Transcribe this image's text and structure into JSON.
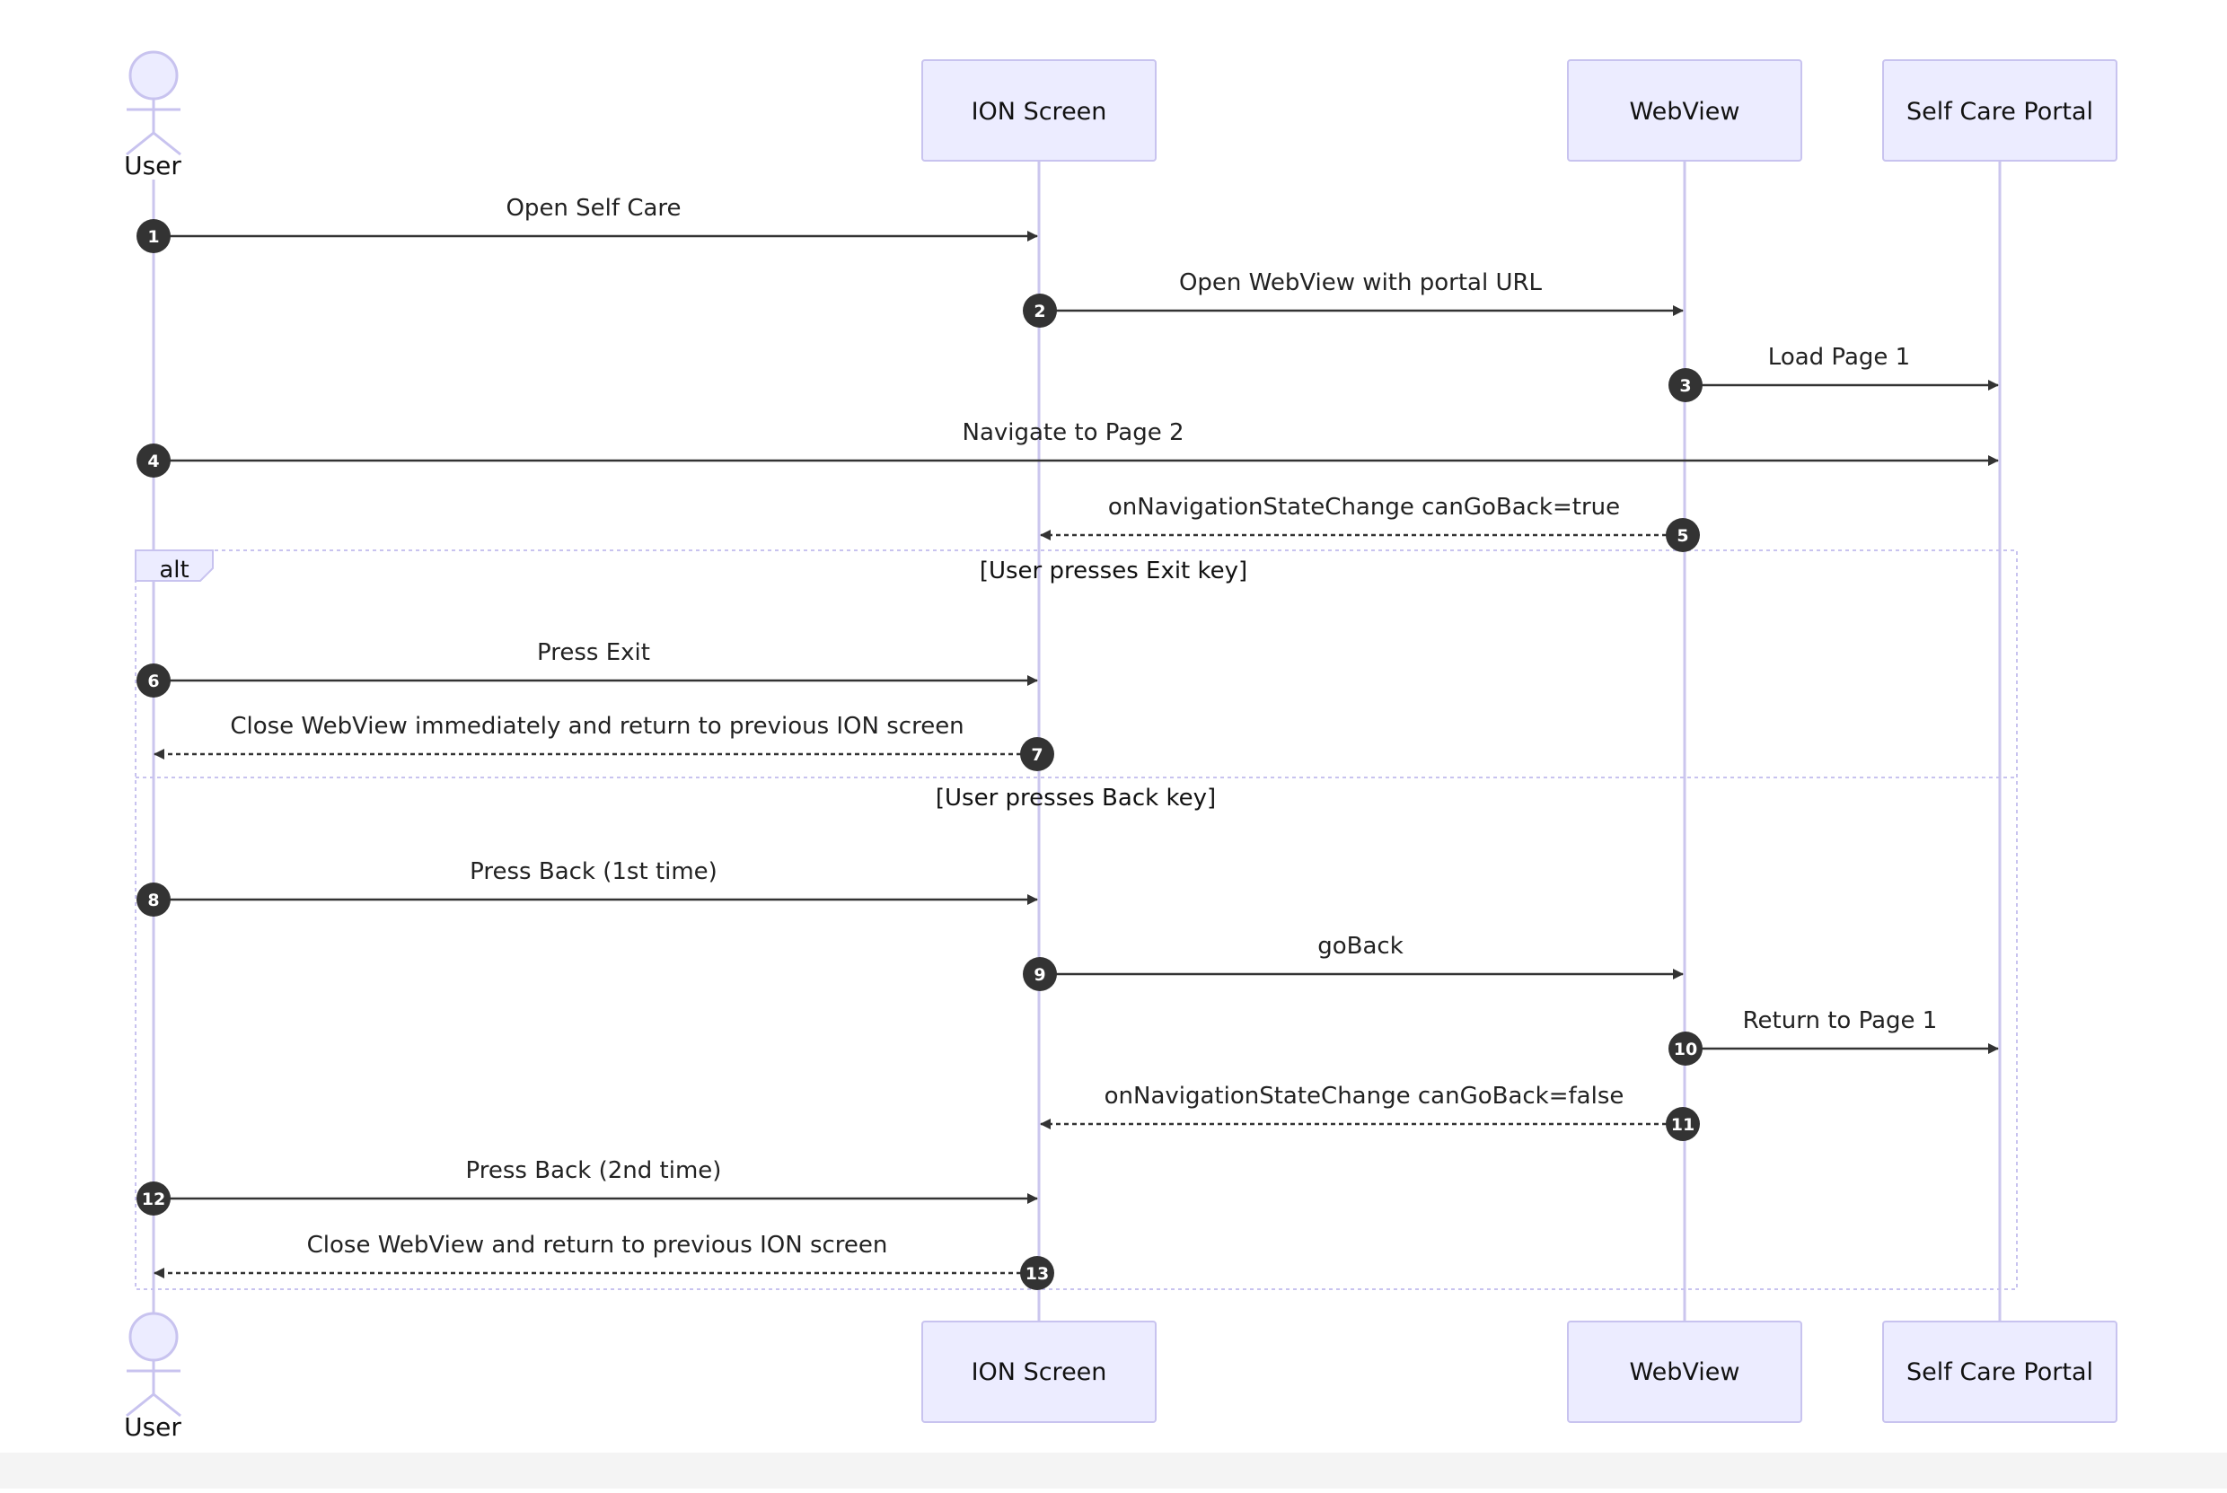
{
  "participants": [
    {
      "id": "user",
      "kind": "actor",
      "label": "User"
    },
    {
      "id": "ion",
      "kind": "box",
      "label": "ION Screen"
    },
    {
      "id": "webview",
      "kind": "box",
      "label": "WebView"
    },
    {
      "id": "portal",
      "kind": "box",
      "label": "Self Care Portal"
    }
  ],
  "messages": [
    {
      "n": "1",
      "from": "user",
      "to": "ion",
      "style": "solid",
      "label": "Open Self Care"
    },
    {
      "n": "2",
      "from": "ion",
      "to": "webview",
      "style": "solid",
      "label": "Open WebView with portal URL"
    },
    {
      "n": "3",
      "from": "webview",
      "to": "portal",
      "style": "solid",
      "label": "Load Page 1"
    },
    {
      "n": "4",
      "from": "user",
      "to": "portal",
      "style": "solid",
      "label": "Navigate to Page 2"
    },
    {
      "n": "5",
      "from": "webview",
      "to": "ion",
      "style": "dashed",
      "label": "onNavigationStateChange canGoBack=true"
    },
    {
      "n": "6",
      "from": "user",
      "to": "ion",
      "style": "solid",
      "label": "Press Exit"
    },
    {
      "n": "7",
      "from": "ion",
      "to": "user",
      "style": "dashed",
      "label": "Close WebView immediately and return to previous ION screen"
    },
    {
      "n": "8",
      "from": "user",
      "to": "ion",
      "style": "solid",
      "label": "Press Back (1st time)"
    },
    {
      "n": "9",
      "from": "ion",
      "to": "webview",
      "style": "solid",
      "label": "goBack"
    },
    {
      "n": "10",
      "from": "webview",
      "to": "portal",
      "style": "solid",
      "label": "Return to Page 1"
    },
    {
      "n": "11",
      "from": "webview",
      "to": "ion",
      "style": "dashed",
      "label": "onNavigationStateChange canGoBack=false"
    },
    {
      "n": "12",
      "from": "user",
      "to": "ion",
      "style": "solid",
      "label": "Press Back (2nd time)"
    },
    {
      "n": "13",
      "from": "ion",
      "to": "user",
      "style": "dashed",
      "label": "Close WebView and return to previous ION screen"
    }
  ],
  "alt_block": {
    "keyword": "alt",
    "sections": [
      {
        "condition": "[User presses Exit key]"
      },
      {
        "condition": "[User presses Back key]"
      }
    ]
  },
  "colors": {
    "participant_fill": "#ececff",
    "participant_stroke": "#c8c3ef",
    "lifeline": "#cbc6ee",
    "arrow": "#333333",
    "number_fill": "#333333",
    "alt_border": "#c8c3ef",
    "alt_label_fill": "#ececff"
  }
}
